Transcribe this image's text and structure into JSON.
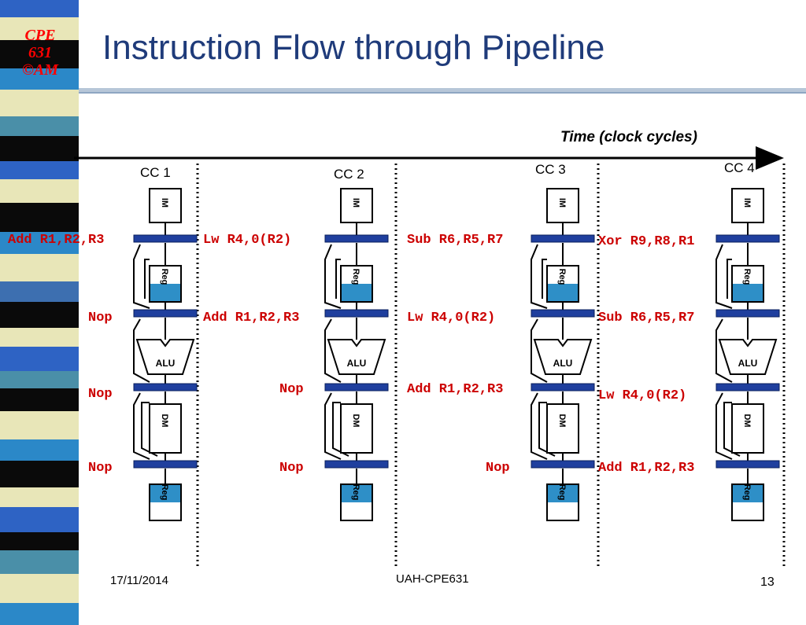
{
  "logo": {
    "line1": "CPE",
    "line2": "631",
    "line3": "©AM"
  },
  "title": "Instruction Flow through Pipeline",
  "time_label": "Time (clock cycles)",
  "colors": {
    "title": "#1f3b7a",
    "instruction": "#cc0000",
    "register_bar": "#1f3f9e",
    "reg_fill": "#2e8fc7"
  },
  "stage_labels": {
    "im": "IM",
    "reg": "Reg",
    "alu": "ALU",
    "dm": "DM"
  },
  "columns": [
    {
      "cc": "CC 1",
      "instructions": [
        "Add R1,R2,R3",
        "Nop",
        "Nop",
        "Nop"
      ]
    },
    {
      "cc": "CC 2",
      "instructions": [
        "Lw R4,0(R2)",
        "Add R1,R2,R3",
        "Nop",
        "Nop"
      ]
    },
    {
      "cc": "CC 3",
      "instructions": [
        "Sub R6,R5,R7",
        "Lw R4,0(R2)",
        "Add R1,R2,R3",
        "Nop"
      ]
    },
    {
      "cc": "CC 4",
      "instructions": [
        "Xor R9,R8,R1",
        "Sub R6,R5,R7",
        "Lw R4,0(R2)",
        "Add R1,R2,R3"
      ]
    }
  ],
  "footer": {
    "date": "17/11/2014",
    "center": "UAH-CPE631",
    "page": "13"
  }
}
